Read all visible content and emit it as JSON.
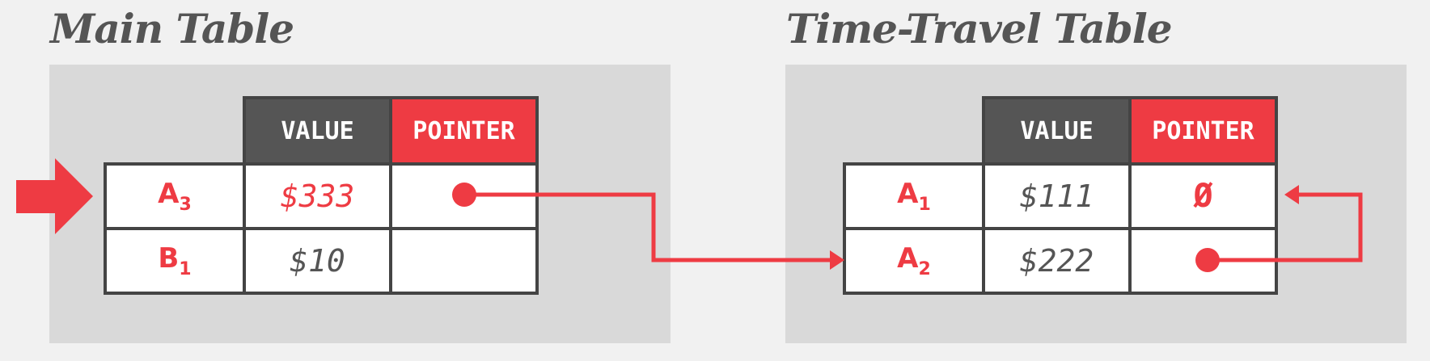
{
  "colors": {
    "accent": "#ee3b43",
    "header_dark": "#555555",
    "border": "#444444",
    "panel": "#d9d9d9"
  },
  "main_table": {
    "title": "Main Table",
    "columns": {
      "value": "VALUE",
      "pointer": "POINTER"
    },
    "rows": [
      {
        "key": "A",
        "version": "3",
        "value": "$333",
        "pointer": ""
      },
      {
        "key": "B",
        "version": "1",
        "value": "$10",
        "pointer": ""
      }
    ]
  },
  "time_travel_table": {
    "title": "Time-Travel Table",
    "columns": {
      "value": "VALUE",
      "pointer": "POINTER"
    },
    "rows": [
      {
        "key": "A",
        "version": "1",
        "value": "$111",
        "pointer": "Ø"
      },
      {
        "key": "A",
        "version": "2",
        "value": "$222",
        "pointer": ""
      }
    ]
  },
  "icons": {
    "current_version_marker": "arrow-right-icon",
    "pointer_dot": "pointer-dot-icon",
    "null_pointer": "null-symbol"
  }
}
